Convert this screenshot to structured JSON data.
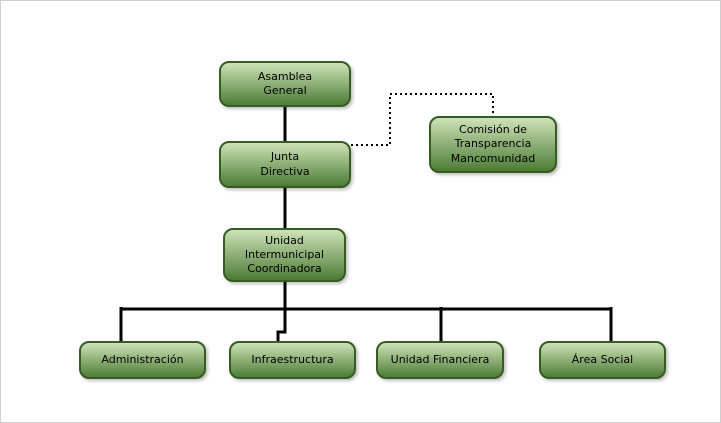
{
  "diagram": {
    "nodes": {
      "asamblea": {
        "label": "Asamblea\nGeneral"
      },
      "junta": {
        "label": "Junta\nDirectiva"
      },
      "comision": {
        "label": "Comisión de\nTransparencia\nMancomunidad"
      },
      "unidad_coordinadora": {
        "label": "Unidad\nIntermunicipal\nCoordinadora"
      },
      "administracion": {
        "label": "Administración"
      },
      "infraestructura": {
        "label": "Infraestructura"
      },
      "unidad_financiera": {
        "label": "Unidad Financiera"
      },
      "area_social": {
        "label": "Área Social"
      }
    },
    "edges": [
      {
        "from": "asamblea",
        "to": "junta",
        "style": "solid"
      },
      {
        "from": "junta",
        "to": "comision",
        "style": "dotted"
      },
      {
        "from": "junta",
        "to": "unidad_coordinadora",
        "style": "solid"
      },
      {
        "from": "unidad_coordinadora",
        "to": "administracion",
        "style": "solid"
      },
      {
        "from": "unidad_coordinadora",
        "to": "infraestructura",
        "style": "solid"
      },
      {
        "from": "unidad_coordinadora",
        "to": "unidad_financiera",
        "style": "solid"
      },
      {
        "from": "unidad_coordinadora",
        "to": "area_social",
        "style": "solid"
      }
    ],
    "colors": {
      "box_gradient_top": "#cde2b8",
      "box_gradient_bottom": "#4d7c35",
      "box_border": "#365c22",
      "connector": "#000000",
      "background": "#ffffff"
    }
  }
}
